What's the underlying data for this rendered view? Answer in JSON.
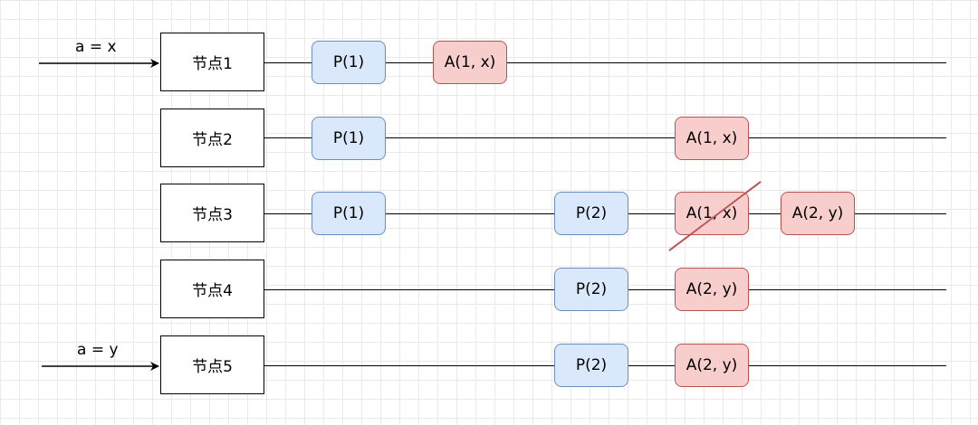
{
  "inputs": {
    "row1": "a = x",
    "row5": "a = y"
  },
  "nodes": [
    "节点1",
    "节点2",
    "节点3",
    "节点4",
    "节点5"
  ],
  "messages": {
    "p1": "P(1)",
    "p2": "P(2)",
    "a1x": "A(1, x)",
    "a2y": "A(2, y)"
  },
  "colors": {
    "prepare_fill": "#dae8fc",
    "prepare_border": "#6c8ebf",
    "accept_fill": "#f8cecc",
    "accept_border": "#b85450",
    "strike": "#b85450"
  }
}
